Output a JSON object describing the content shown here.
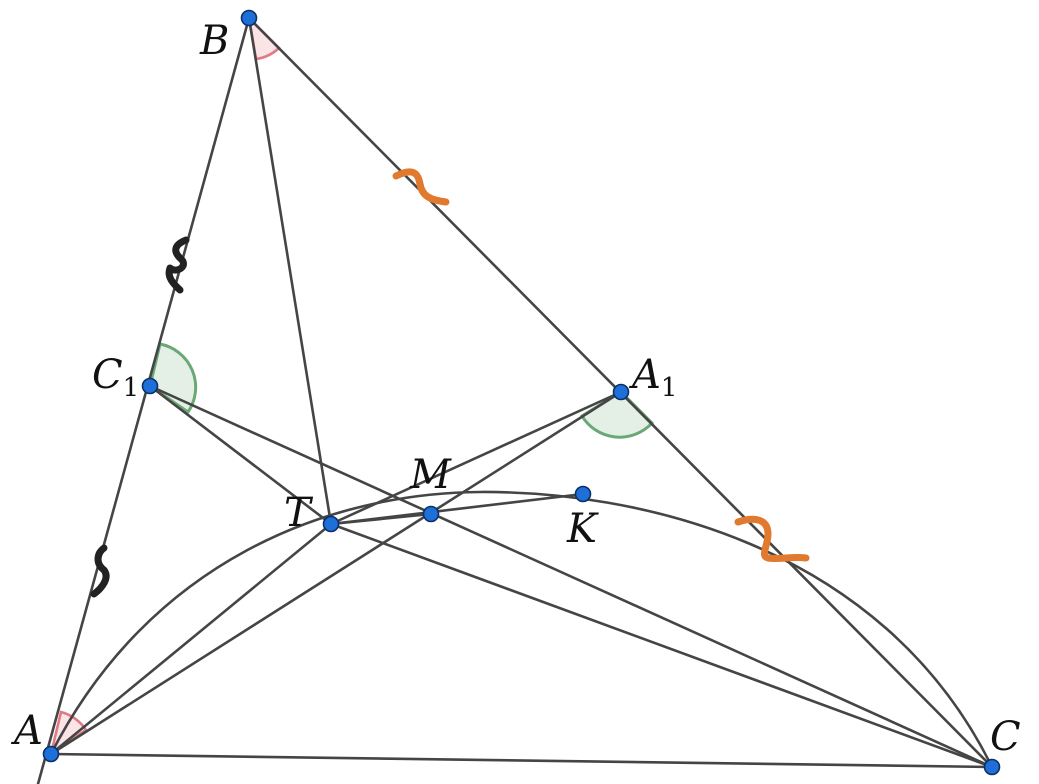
{
  "labels": {
    "A": "A",
    "B": "B",
    "C": "C",
    "C1_base": "C",
    "C1_sub": "1",
    "A1_base": "A",
    "A1_sub": "1",
    "M": "M",
    "T": "T",
    "K": "K"
  },
  "colors": {
    "line": "#454545",
    "point_fill": "#1f6fd8",
    "angle_red": "#e07a86",
    "angle_green": "#6aa876",
    "tick_orange": "#e17a2e",
    "tick_black": "#222222"
  }
}
